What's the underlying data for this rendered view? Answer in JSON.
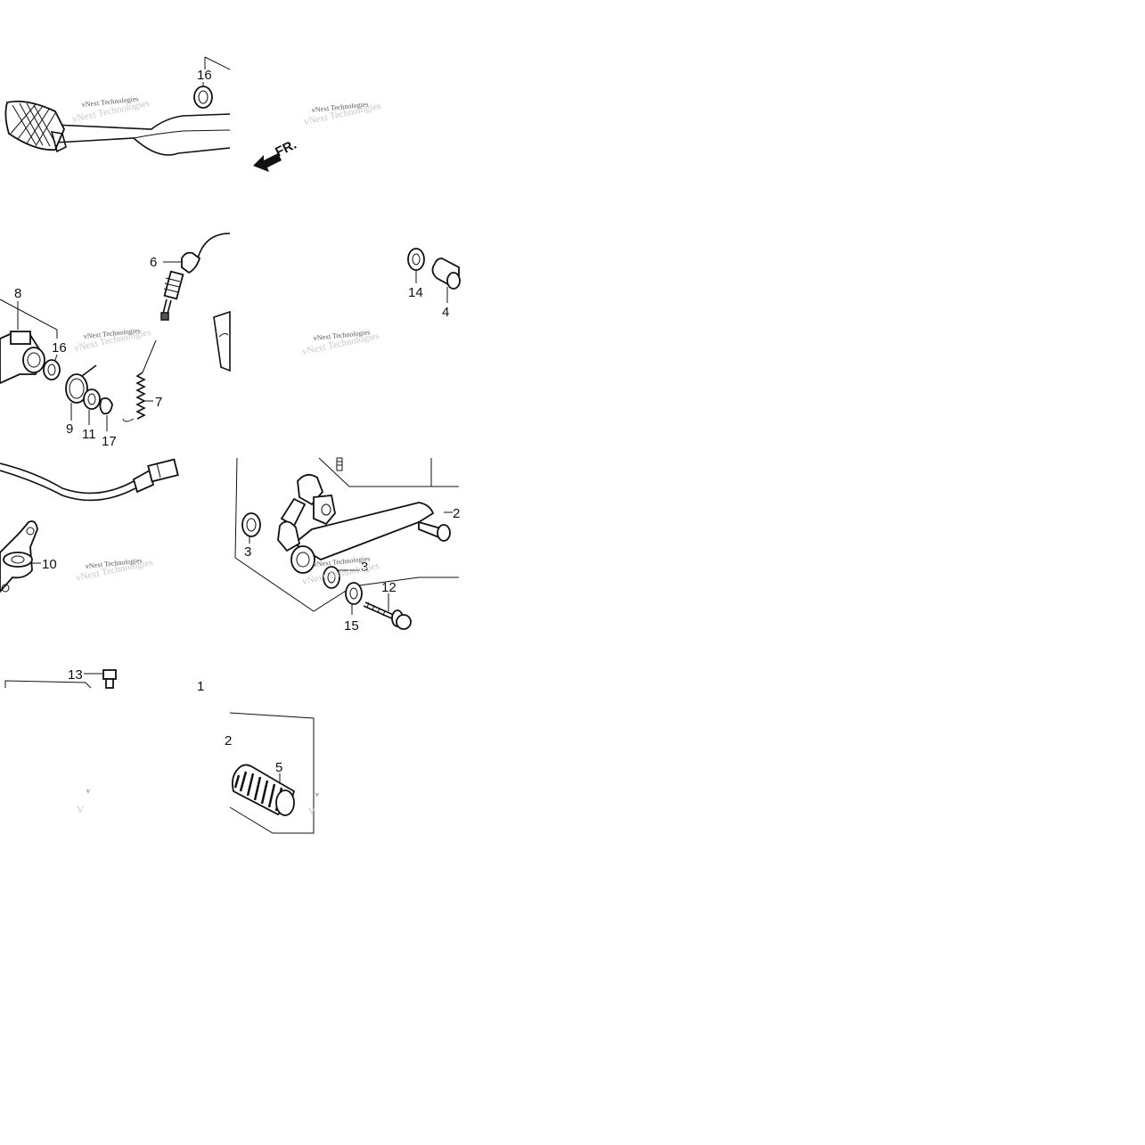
{
  "diagram": {
    "watermark_text": "vNext Technologies",
    "direction_label": "FR.",
    "callouts": {
      "c1": "1",
      "c2": "2",
      "c3a": "3",
      "c3b": "3",
      "c4": "4",
      "c5": "5",
      "c6": "6",
      "c7": "7",
      "c8": "8",
      "c9": "9",
      "c10": "10",
      "c11": "11",
      "c12": "12",
      "c13": "13",
      "c14": "14",
      "c15": "15",
      "c16a": "16",
      "c16b": "16",
      "c17": "17"
    }
  }
}
